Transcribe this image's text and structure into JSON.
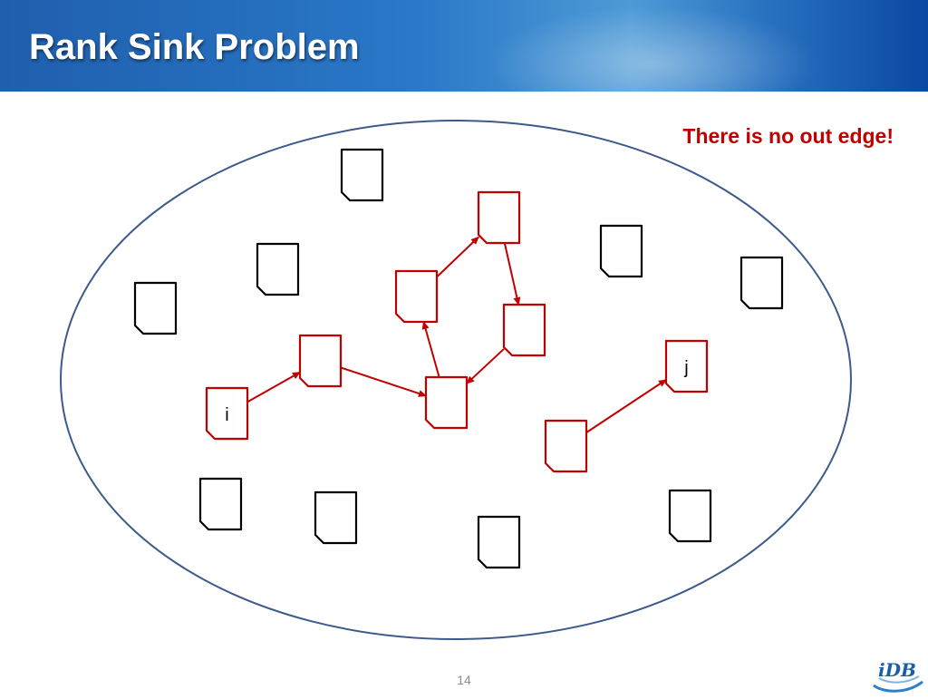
{
  "slide": {
    "title": "Rank Sink Problem",
    "annotation": "There is no out edge!",
    "page_number": "14"
  },
  "colors": {
    "header_blue": "#2a78c8",
    "ellipse_stroke": "#3c5a8c",
    "highlight_red": "#c00000",
    "document_black": "#000000"
  },
  "diagram": {
    "pages": [
      {
        "id": "p1",
        "highlight": false,
        "label": ""
      },
      {
        "id": "p2",
        "highlight": false,
        "label": ""
      },
      {
        "id": "p3",
        "highlight": false,
        "label": ""
      },
      {
        "id": "p4",
        "highlight": false,
        "label": ""
      },
      {
        "id": "p5",
        "highlight": false,
        "label": ""
      },
      {
        "id": "p6",
        "highlight": false,
        "label": ""
      },
      {
        "id": "p7",
        "highlight": false,
        "label": ""
      },
      {
        "id": "p8",
        "highlight": false,
        "label": ""
      },
      {
        "id": "p9",
        "highlight": false,
        "label": ""
      },
      {
        "id": "p10",
        "highlight": true,
        "label": ""
      },
      {
        "id": "p11",
        "highlight": true,
        "label": ""
      },
      {
        "id": "p12",
        "highlight": true,
        "label": ""
      },
      {
        "id": "p13",
        "highlight": true,
        "label": ""
      },
      {
        "id": "p14",
        "highlight": true,
        "label": ""
      },
      {
        "id": "i",
        "highlight": true,
        "label": "i"
      },
      {
        "id": "p16",
        "highlight": true,
        "label": ""
      },
      {
        "id": "j",
        "highlight": true,
        "label": "j"
      }
    ],
    "edges": [
      {
        "from": "i",
        "to": "p13"
      },
      {
        "from": "p13",
        "to": "p14"
      },
      {
        "from": "p11",
        "to": "p14"
      },
      {
        "from": "p14",
        "to": "p12"
      },
      {
        "from": "p12",
        "to": "p10"
      },
      {
        "from": "p10",
        "to": "p11"
      },
      {
        "from": "p16",
        "to": "j"
      }
    ]
  },
  "logo": {
    "text": "iDB",
    "icon": "idb-logo-icon"
  }
}
